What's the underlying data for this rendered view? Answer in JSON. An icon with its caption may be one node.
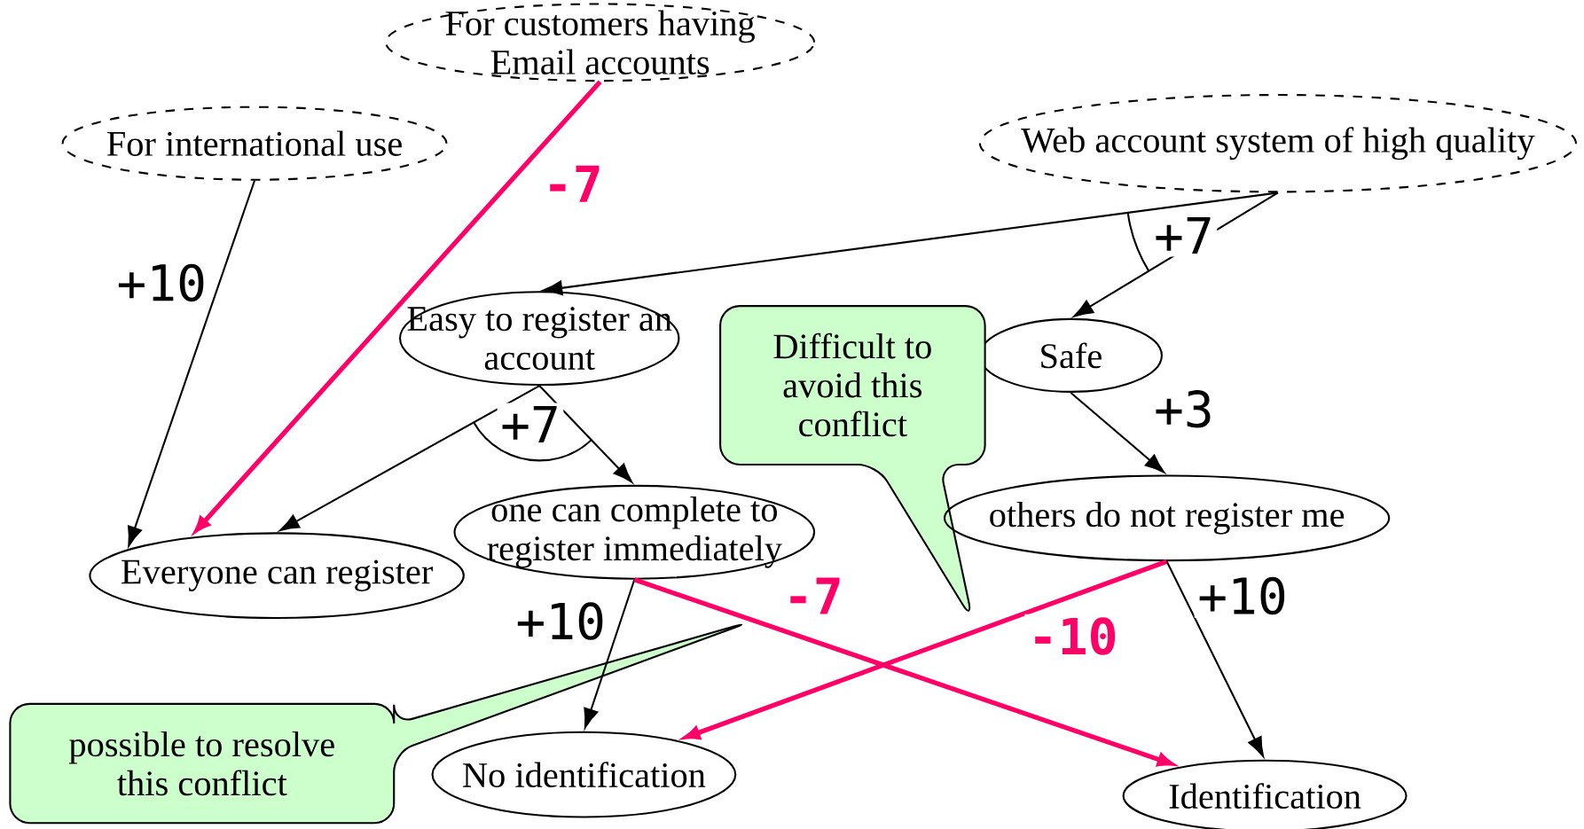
{
  "diagram": {
    "nodes": [
      {
        "text": [
          "For customers having Email accounts"
        ]
      },
      {
        "text": [
          "For international use"
        ]
      },
      {
        "text": [
          "Web account system of high quality"
        ]
      },
      {
        "text": [
          "Easy to register an account"
        ]
      },
      {
        "text": [
          "Safe"
        ]
      },
      {
        "text": [
          "Difficult to avoid this conflict"
        ]
      },
      {
        "text": [
          "others do not register me"
        ]
      },
      {
        "text": [
          "one can complete to register immediately"
        ]
      },
      {
        "text": [
          "Everyone can register"
        ]
      },
      {
        "text": [
          "possible to resolve this conflict"
        ]
      },
      {
        "text": [
          "No identification"
        ]
      },
      {
        "text": [
          "Identification"
        ]
      }
    ],
    "edges": [
      {
        "from": 1,
        "to": 8,
        "arrow": "to",
        "label": "+10"
      },
      {
        "from": 0,
        "to": 8,
        "arrow": "to",
        "label": "-7",
        "style": "thick",
        "color": "#ff0066"
      },
      {
        "from": 2,
        "to": 3,
        "arrow": "to"
      },
      {
        "from": 2,
        "to": 4,
        "arrow": "to",
        "label": "+7"
      },
      {
        "from": 3,
        "to": 8,
        "arrow": "to"
      },
      {
        "from": 3,
        "to": 7,
        "arrow": "to",
        "label": "+7"
      },
      {
        "from": 4,
        "to": 6,
        "arrow": "to",
        "label": "+3"
      },
      {
        "from": 7,
        "to": 10,
        "arrow": "to",
        "label": "+10"
      },
      {
        "from": 7,
        "to": 11,
        "arrow": "to",
        "label": "-7",
        "style": "thick",
        "color": "#ff0066"
      },
      {
        "from": 6,
        "to": 10,
        "arrow": "to",
        "label": "-10",
        "style": "thick",
        "color": "#ff0066"
      },
      {
        "from": 6,
        "to": 11,
        "arrow": "to",
        "label": "+10"
      }
    ]
  }
}
